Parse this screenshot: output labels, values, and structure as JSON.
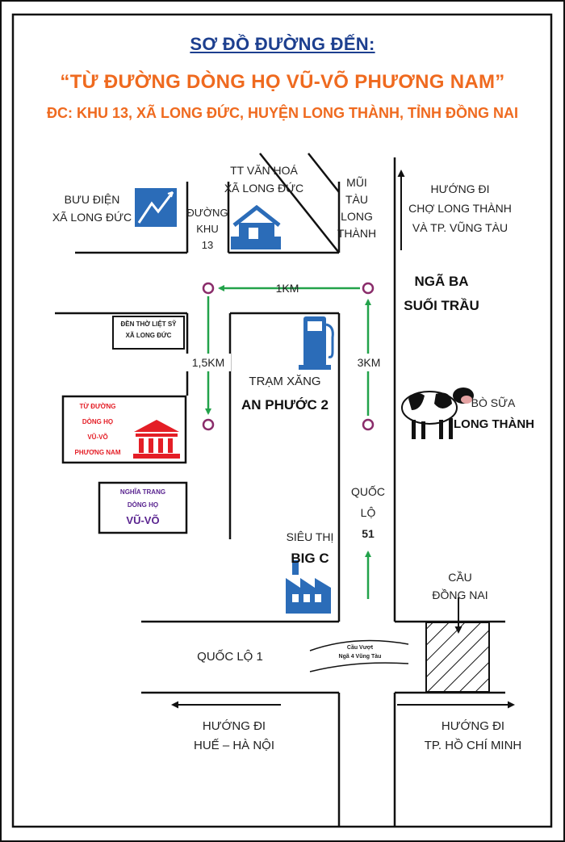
{
  "header": {
    "title": "SƠ ĐỒ ĐƯỜNG ĐẾN:",
    "subtitle": "“TỪ ĐƯỜNG DÒNG HỌ VŨ-VÕ PHƯƠNG NAM”",
    "address": "ĐC: KHU 13, XÃ LONG ĐỨC, HUYỆN LONG THÀNH, TỈNH ĐỒNG NAI"
  },
  "places": {
    "post_office": [
      "BƯU ĐIỆN",
      "XÃ LONG ĐỨC"
    ],
    "road_khu13": [
      "ĐƯỜNG",
      "KHU",
      "13"
    ],
    "cultural_center": [
      "TT VĂN HOÁ",
      "XÃ LONG ĐỨC"
    ],
    "mui_tau": [
      "MŨI",
      "TÀU",
      "LONG",
      "THÀNH"
    ],
    "to_cho": [
      "HƯỚNG ĐI",
      "CHỢ LONG THÀNH",
      "VÀ TP. VŨNG TÀU"
    ],
    "nga_ba": [
      "NGÃ BA",
      "SUỐI TRẦU"
    ],
    "den_tho": [
      "ĐỀN THỜ LIỆT SỸ",
      "XÃ LONG ĐỨC"
    ],
    "gas_station": [
      "TRẠM XĂNG"
    ],
    "gas_name": "AN PHƯỚC 2",
    "dairy": [
      "BÒ SỮA"
    ],
    "dairy_name": "LONG THÀNH",
    "tu_duong": [
      "TỪ ĐƯỜNG",
      "DÒNG HỌ",
      "VŨ-VÕ",
      "PHƯƠNG NAM"
    ],
    "cemetery": [
      "NGHĨA TRANG",
      "DÒNG HỌ"
    ],
    "cemetery_name": "VŨ-VÕ",
    "ql51": [
      "QUỐC",
      "LỘ"
    ],
    "ql51_num": "51",
    "supermarket": [
      "SIÊU THỊ"
    ],
    "supermarket_name": "BIG C",
    "bridge": [
      "CẦU",
      "ĐỒNG NAI"
    ],
    "ql1": "QUỐC LỘ 1",
    "overpass": [
      "Cầu Vượt",
      "Ngã 4 Vũng Tàu"
    ],
    "to_hue": [
      "HƯỚNG ĐI",
      "HUẾ – HÀ NỘI"
    ],
    "to_hcm": [
      "HƯỚNG ĐI",
      "TP. HỒ CHÍ MINH"
    ]
  },
  "distances": {
    "d1": "1KM",
    "d2": "1,5KM",
    "d3": "3KM"
  },
  "colors": {
    "title_blue": "#1d3f8f",
    "title_orange": "#ef6a1f",
    "route_green": "#22a24a",
    "node_purple": "#8a2c6a",
    "highlight_red": "#e41e26",
    "cemetery_purple": "#5a2590",
    "icon_blue": "#2b6cb8"
  },
  "icons": [
    "post-office-icon",
    "house-icon",
    "gas-pump-icon",
    "cow-icon",
    "temple-icon",
    "factory-icon"
  ]
}
